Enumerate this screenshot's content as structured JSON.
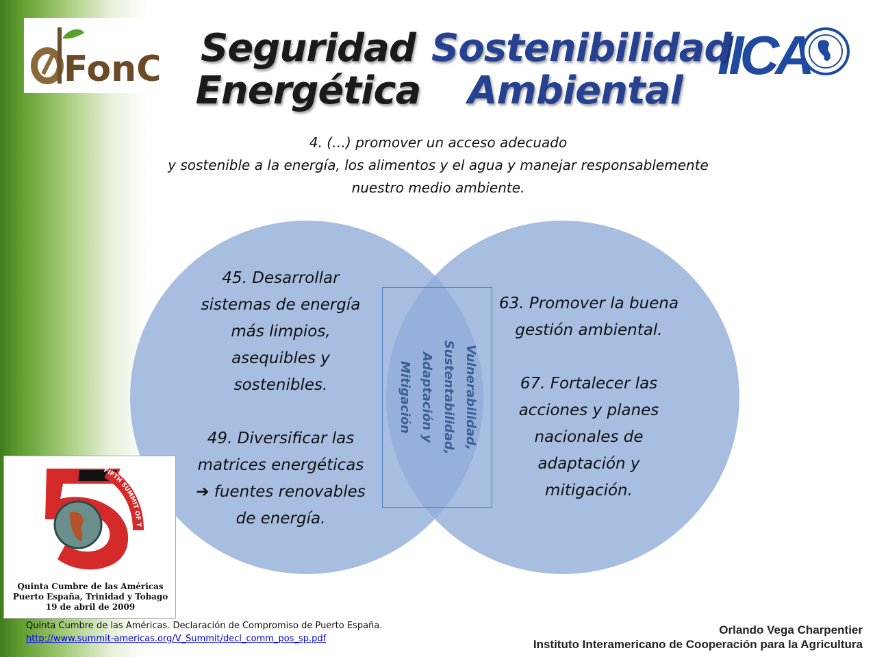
{
  "logos": {
    "fonct": "FonCT",
    "iica": "IICA"
  },
  "title": {
    "left_line1": "Seguridad",
    "left_line2": "Energética",
    "right_line1": "Sostenibilidad",
    "right_line2": "Ambiental"
  },
  "intro": {
    "line1": "4. (…) promover un acceso adecuado",
    "line2": "y sostenible a la energía, los alimentos y el agua y manejar responsablemente",
    "line3": "nuestro medio ambiente."
  },
  "venn": {
    "colors": {
      "circle": "#8eacd8",
      "overlap_border": "#4f81bd",
      "title_right": "#26418f"
    },
    "left": {
      "item45_l1": "45. Desarrollar",
      "item45_l2": "sistemas de energía",
      "item45_l3": "más limpios,",
      "item45_l4": "asequibles y",
      "item45_l5": "sostenibles.",
      "item49_l1": "49. Diversificar las",
      "item49_l2": "matrices energéticas",
      "item49_arrow": "➔",
      "item49_l3": " fuentes renovables",
      "item49_l4": "de energía."
    },
    "right": {
      "item63_l1": "63. Promover la buena",
      "item63_l2": "gestión ambiental.",
      "item67_l1": "67. Fortalecer las",
      "item67_l2": "acciones y planes",
      "item67_l3": "nacionales de",
      "item67_l4": "adaptación y",
      "item67_l5": "mitigación."
    },
    "overlap": {
      "l1": "Vulnerabilidad,",
      "l2": "Sustentabilidad,",
      "l3": "Adaptación y",
      "l4": "Mitigación"
    }
  },
  "summit": {
    "banner": "FIFTH SUMMIT OF THE AMERICAS",
    "cap1": "Quinta Cumbre de las Américas",
    "cap2": "Puerto España, Trinidad y Tobago",
    "cap3": "19 de abril de 2009"
  },
  "source": {
    "text": "Quinta Cumbre de las Américas. Declaración de Compromiso de Puerto España.",
    "link": "http://www.summit-americas.org/V_Summit/decl_comm_pos_sp.pdf"
  },
  "credit": {
    "name": "Orlando Vega Charpentier",
    "org": "Instituto Interamericano de Cooperación para la Agricultura"
  }
}
